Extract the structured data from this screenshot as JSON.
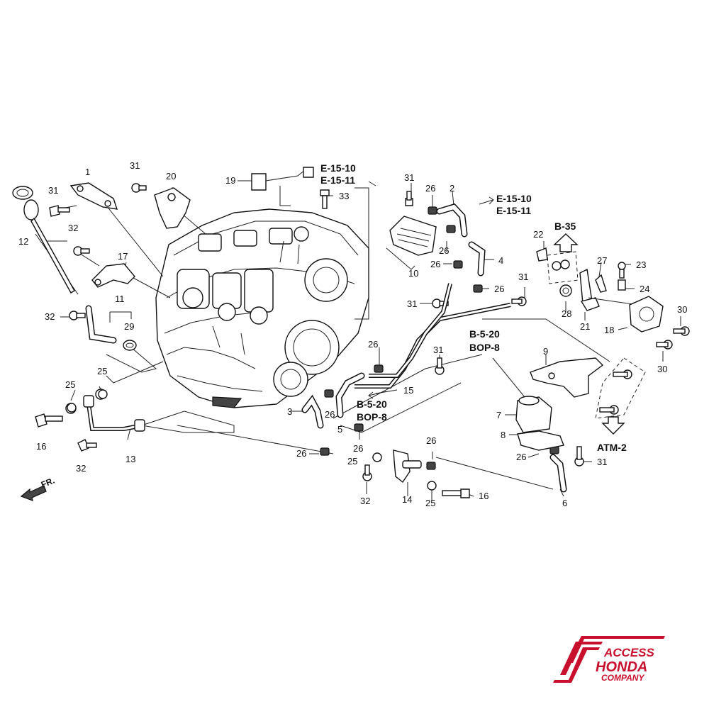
{
  "callouts": [
    {
      "id": "c1",
      "text": "1"
    },
    {
      "id": "c2",
      "text": "2"
    },
    {
      "id": "c3",
      "text": "3"
    },
    {
      "id": "c4",
      "text": "4"
    },
    {
      "id": "c5",
      "text": "5"
    },
    {
      "id": "c6",
      "text": "6"
    },
    {
      "id": "c7",
      "text": "7"
    },
    {
      "id": "c8",
      "text": "8"
    },
    {
      "id": "c9",
      "text": "9"
    },
    {
      "id": "c10",
      "text": "10"
    },
    {
      "id": "c11",
      "text": "11"
    },
    {
      "id": "c12",
      "text": "12"
    },
    {
      "id": "c13",
      "text": "13"
    },
    {
      "id": "c14",
      "text": "14"
    },
    {
      "id": "c15",
      "text": "15"
    },
    {
      "id": "c16a",
      "text": "16"
    },
    {
      "id": "c16b",
      "text": "16"
    },
    {
      "id": "c17",
      "text": "17"
    },
    {
      "id": "c18",
      "text": "18"
    },
    {
      "id": "c19",
      "text": "19"
    },
    {
      "id": "c20",
      "text": "20"
    },
    {
      "id": "c21",
      "text": "21"
    },
    {
      "id": "c22",
      "text": "22"
    },
    {
      "id": "c23",
      "text": "23"
    },
    {
      "id": "c24",
      "text": "24"
    },
    {
      "id": "c25a",
      "text": "25"
    },
    {
      "id": "c25b",
      "text": "25"
    },
    {
      "id": "c25c",
      "text": "25"
    },
    {
      "id": "c25d",
      "text": "25"
    },
    {
      "id": "c26a",
      "text": "26"
    },
    {
      "id": "c26b",
      "text": "26"
    },
    {
      "id": "c26c",
      "text": "26"
    },
    {
      "id": "c26d",
      "text": "26"
    },
    {
      "id": "c26e",
      "text": "26"
    },
    {
      "id": "c26f",
      "text": "26"
    },
    {
      "id": "c26g",
      "text": "26"
    },
    {
      "id": "c26h",
      "text": "26"
    },
    {
      "id": "c26i",
      "text": "26"
    },
    {
      "id": "c26j",
      "text": "26"
    },
    {
      "id": "c27",
      "text": "27"
    },
    {
      "id": "c28",
      "text": "28"
    },
    {
      "id": "c29",
      "text": "29"
    },
    {
      "id": "c30a",
      "text": "30"
    },
    {
      "id": "c30b",
      "text": "30"
    },
    {
      "id": "c31a",
      "text": "31"
    },
    {
      "id": "c31b",
      "text": "31"
    },
    {
      "id": "c31c",
      "text": "31"
    },
    {
      "id": "c31d",
      "text": "31"
    },
    {
      "id": "c31e",
      "text": "31"
    },
    {
      "id": "c31f",
      "text": "31"
    },
    {
      "id": "c31g",
      "text": "31"
    },
    {
      "id": "c32a",
      "text": "32"
    },
    {
      "id": "c32b",
      "text": "32"
    },
    {
      "id": "c32c",
      "text": "32"
    },
    {
      "id": "c32d",
      "text": "32"
    },
    {
      "id": "c33",
      "text": "33"
    }
  ],
  "references": {
    "e15_10_a": "E-15-10",
    "e15_11_a": "E-15-11",
    "e15_10_b": "E-15-10",
    "e15_11_b": "E-15-11",
    "b35": "B-35",
    "b520_a": "B-5-20",
    "bop8_a": "BOP-8",
    "b520_b": "B-5-20",
    "bop8_b": "BOP-8",
    "atm2": "ATM-2",
    "front": "FR."
  },
  "logo": {
    "line1": "ACCESS",
    "line2": "HONDA",
    "line3": "COMPANY",
    "color": "#c8102e"
  }
}
